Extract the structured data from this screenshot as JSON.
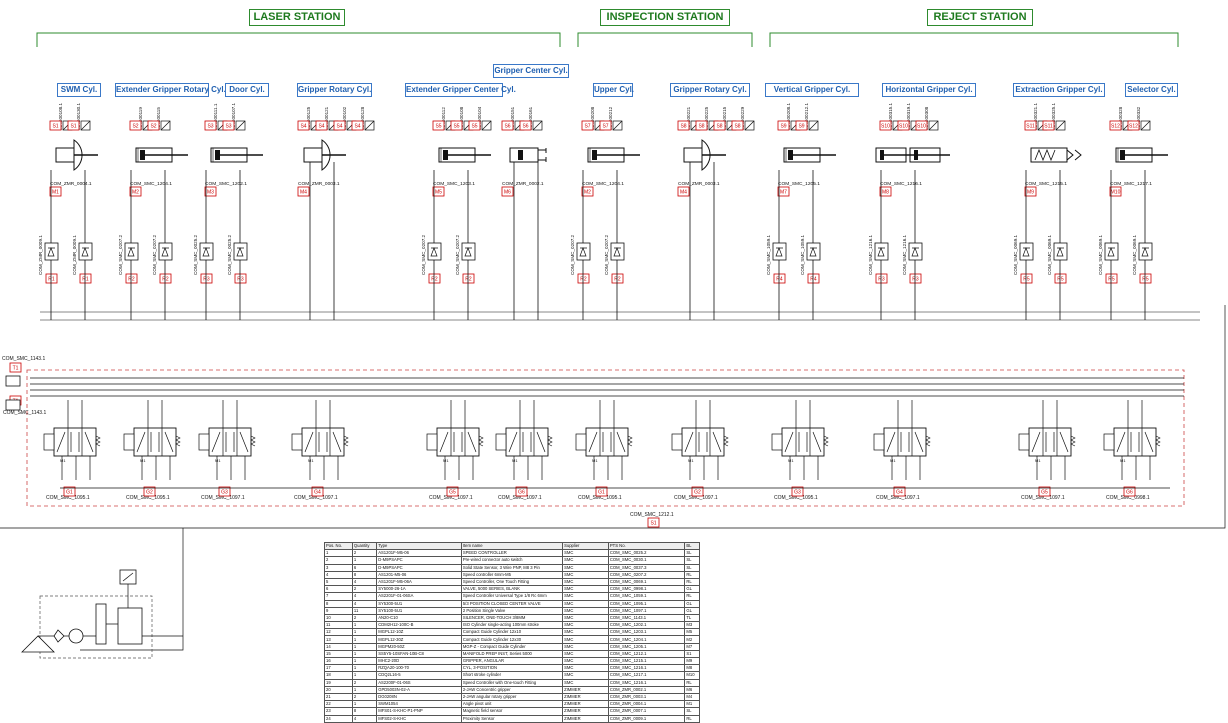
{
  "stations": [
    {
      "id": "laser",
      "label": "LASER STATION"
    },
    {
      "id": "inspection",
      "label": "INSPECTION STATION"
    },
    {
      "id": "reject",
      "label": "REJECT STATION"
    }
  ],
  "gripper_center_label": "Gripper Center Cyl.",
  "cylinders": [
    {
      "label": "SWM Cyl.",
      "type": "rotary",
      "part": "COM_ZMR_0004.1",
      "tag": "M1",
      "sensors": [
        "MAG00108.1",
        "MAG00130.1"
      ],
      "scs": [
        "COM_ZMR_0009.1",
        "COM_ZMR_0009.1"
      ],
      "r": "R1",
      "valve_label": "COM_SMC_1095.1",
      "valve_tag": "G1"
    },
    {
      "label": "Extender Gripper Rotary Cyl.",
      "type": "rod",
      "part": "COM_SMC_1204.1",
      "tag": "M2",
      "sensors": [
        "MAG00119",
        "MAG00115"
      ],
      "scs": [
        "COM_SMC_0207.2",
        "COM_SMC_0207.2"
      ],
      "r": "R2",
      "valve_label": "COM_SMC_1095.1",
      "valve_tag": "G2"
    },
    {
      "label": "Door Cyl.",
      "type": "rod",
      "part": "COM_SMC_1202.1",
      "tag": "M3",
      "sensors": [
        "MAG00111.1",
        "MAG00107.1"
      ],
      "scs": [
        "COM_SMC_0025.2",
        "COM_SMC_0025.2"
      ],
      "r": "R3",
      "valve_label": "COM_SMC_1097.1",
      "valve_tag": "G3"
    },
    {
      "label": "Gripper Rotary Cyl.",
      "type": "rotary",
      "part": "COM_ZMR_0003.1",
      "tag": "M4",
      "sensors": [
        "MAG00125",
        "MAG00121",
        "MAG00102",
        "MAG00128"
      ],
      "scs": [],
      "r": "",
      "valve_label": "COM_SMC_1097.1",
      "valve_tag": "G4"
    },
    {
      "label": "Extender Gripper Center Cyl.",
      "type": "rod",
      "part": "COM_SMC_1203.1",
      "tag": "M5",
      "sensors": [
        "MAG00112",
        "MAG00108",
        "MAG00104"
      ],
      "scs": [
        "COM_SMC_0207.2",
        "COM_SMC_0207.2"
      ],
      "r": "R2",
      "valve_label": "COM_SMC_1097.1",
      "valve_tag": "G5"
    },
    {
      "label": "",
      "type": "gripper",
      "part": "COM_ZMR_0002.1",
      "tag": "M6",
      "sensors": [
        "MAG00151",
        "MAG00161"
      ],
      "scs": [],
      "r": "",
      "valve_label": "COM_SMC_1097.1",
      "valve_tag": "G6"
    },
    {
      "label": "Upper Cyl.",
      "type": "rod",
      "part": "COM_SMC_1204.1",
      "tag": "M2",
      "sensors": [
        "MAG00208",
        "MAG00212"
      ],
      "scs": [
        "COM_SMC_0207.2",
        "COM_SMC_0207.2"
      ],
      "r": "R2",
      "valve_label": "COM_SMC_1095.1",
      "valve_tag": "G1"
    },
    {
      "label": "Gripper Rotary Cyl.",
      "type": "rotary",
      "part": "COM_ZMR_0003.1",
      "tag": "M4",
      "sensors": [
        "MAG00221",
        "MAG00225",
        "MAG00215",
        "MAG00229"
      ],
      "scs": [],
      "r": "",
      "valve_label": "COM_SMC_1097.1",
      "valve_tag": "G2"
    },
    {
      "label": "Vertical Gripper Cyl.",
      "type": "rod",
      "part": "COM_SMC_1205.1",
      "tag": "M7",
      "sensors": [
        "MAG00208.1",
        "MAG00212.1"
      ],
      "scs": [
        "COM_SMC_1059.1",
        "COM_SMC_1059.1"
      ],
      "r": "R4",
      "valve_label": "COM_SMC_1095.1",
      "valve_tag": "G3"
    },
    {
      "label": "Horizontal Gripper Cyl.",
      "type": "double",
      "part": "COM_SMC_1216.1",
      "tag": "M8",
      "sensors": [
        "MAG00315.1",
        "MAG00319.1",
        "MAG00308"
      ],
      "scs": [
        "COM_SMC_1216.1",
        "COM_SMC_1216.1"
      ],
      "r": "R3",
      "valve_label": "COM_SMC_1097.1",
      "valve_tag": "G4"
    },
    {
      "label": "Extraction Gripper Cyl.",
      "type": "spring",
      "part": "COM_SMC_1215.1",
      "tag": "M9",
      "sensors": [
        "MAG00321.1",
        "MAG00325.1"
      ],
      "scs": [
        "COM_SMC_0069.1",
        "COM_SMC_0069.1"
      ],
      "r": "R5",
      "valve_label": "COM_SMC_1097.1",
      "valve_tag": "G5"
    },
    {
      "label": "Selector Cyl.",
      "type": "rod",
      "part": "COM_SMC_1217.1",
      "tag": "M10",
      "sensors": [
        "MAG00328",
        "MAG00332"
      ],
      "scs": [
        "COM_SMC_0069.1",
        "COM_SMC_0069.1"
      ],
      "r": "R5",
      "valve_label": "COM_SMC_0998.1",
      "valve_tag": "G6"
    }
  ],
  "manifold": {
    "label": "COM_SMC_1212.1",
    "tag": "S1",
    "air_labels": [
      "COM_SMC_1143.1",
      "COM_SMC_1143.1"
    ],
    "air_tags": [
      "T1",
      "T1"
    ]
  },
  "bom": {
    "headers": [
      "Pos. No.",
      "Quantity",
      "Type",
      "Item name",
      "Supplier",
      "PTS No.",
      "BL"
    ],
    "rows": [
      [
        "1",
        "2",
        "AS1201F-M5-06",
        "SPEED CONTROLLER",
        "SMC",
        "COM_SMC_0025.2",
        "SL"
      ],
      [
        "2",
        "1",
        "D-M9PSAPC",
        "Pre-wired connector auto switch",
        "SMC",
        "COM_SMC_0030.1",
        "SL"
      ],
      [
        "3",
        "6",
        "D-M9PSAPC",
        "Solid State Sensor, 3 Wire PNP, M8 3 Pin",
        "SMC",
        "COM_SMC_0037.3",
        "SL"
      ],
      [
        "4",
        "8",
        "AS1201-M5-06",
        "Speed controller 6mm-M5",
        "SMC",
        "COM_SMC_0207.2",
        "RL"
      ],
      [
        "5",
        "4",
        "AS1201F-M5-06A",
        "Speed Controller, One Touch Fitting",
        "SMC",
        "COM_SMC_0069.1",
        "RL"
      ],
      [
        "6",
        "2",
        "SY5000-26-1A",
        "VALVE, 5000 SERIES, BLANK",
        "SMC",
        "COM_SMC_0998.1",
        "GL"
      ],
      [
        "7",
        "4",
        "AS2201F-01-06SA",
        "Speed Controller Universal Type 1/8 Rc 6mm",
        "SMC",
        "COM_SMC_1059.1",
        "RL"
      ],
      [
        "8",
        "4",
        "SY5300-5U1",
        "5/3 POSITION CLOSED CENTER VALVE",
        "SMC",
        "COM_SMC_1095.1",
        "GL"
      ],
      [
        "9",
        "11",
        "SY5100-5U1",
        "2 Position Single Valve",
        "SMC",
        "COM_SMC_1097.1",
        "GL"
      ],
      [
        "10",
        "2",
        "AN20-C10",
        "SILENCER, ONE-TOUCH 3/8MM",
        "SMC",
        "COM_SMC_1143.1",
        "TL"
      ],
      [
        "11",
        "1",
        "CDM2H12-100C-B",
        "ISO Cylinder single-acting 100mm stroke",
        "SMC",
        "COM_SMC_1202.1",
        "M3"
      ],
      [
        "12",
        "1",
        "MGPL12-10Z",
        "Compact Guide Cylinder 12x10",
        "SMC",
        "COM_SMC_1203.1",
        "M5"
      ],
      [
        "13",
        "1",
        "MGPL12-30Z",
        "Compact Guide Cylinder 12x30",
        "SMC",
        "COM_SMC_1204.1",
        "M2"
      ],
      [
        "14",
        "1",
        "MGPM20-50Z",
        "MGP-Z - Compact Guide Cylinder",
        "SMC",
        "COM_SMC_1205.1",
        "M7"
      ],
      [
        "15",
        "1",
        "SS5Y5-10SFAN-10B-C8",
        "MANIFOLD PREP INST, Series 5000",
        "SMC",
        "COM_SMC_1212.1",
        "S1"
      ],
      [
        "16",
        "1",
        "MHC2-20D",
        "GRIPPER, ANGULAR",
        "SMC",
        "COM_SMC_1215.1",
        "M9"
      ],
      [
        "17",
        "1",
        "RZQA20-100-70",
        "CYL, 3-POSITION",
        "SMC",
        "COM_SMC_1216.1",
        "M8"
      ],
      [
        "18",
        "1",
        "CDQ2L16-5",
        "Short stroke cylinder",
        "SMC",
        "COM_SMC_1217.1",
        "M10"
      ],
      [
        "19",
        "2",
        "AS2200F-01-06S",
        "Speed Controller with One-touch Fitting",
        "SMC",
        "COM_SMC_1216.1",
        "RL"
      ],
      [
        "20",
        "1",
        "GPD5003N-02-A",
        "2-JAW Concentric gripper",
        "ZIMMER",
        "COM_ZMR_0002.1",
        "M6"
      ],
      [
        "21",
        "2",
        "DG0208N",
        "2-JAW angular rotary gripper",
        "ZIMMER",
        "COM_ZMR_0003.1",
        "M4"
      ],
      [
        "22",
        "1",
        "SWM1054",
        "Angle pivot unit",
        "ZIMMER",
        "COM_ZMR_0004.1",
        "M1"
      ],
      [
        "23",
        "8",
        "MFS01-S-KHC-P1-PNP",
        "Magnetic field sensor",
        "ZIMMER",
        "COM_ZMR_0007.1",
        "SL"
      ],
      [
        "24",
        "4",
        "MFS02-S-KHC",
        "Proximity Sensor",
        "ZIMMER",
        "COM_ZMR_0009.1",
        "RL"
      ]
    ]
  }
}
